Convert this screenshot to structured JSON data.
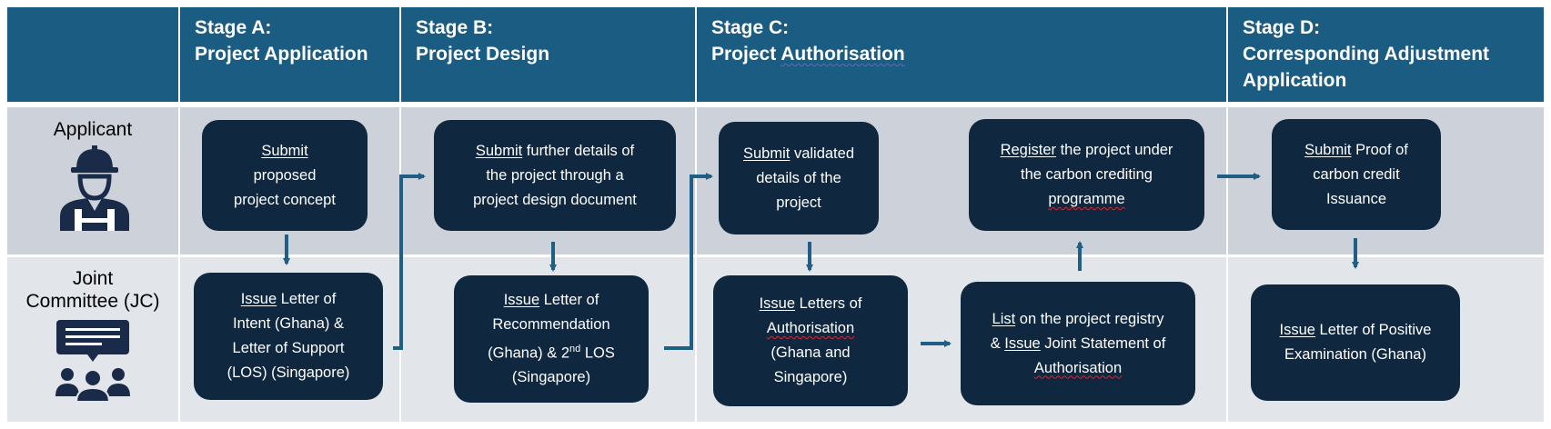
{
  "stages": [
    {
      "line1": "Stage A:",
      "line2": "Project Application"
    },
    {
      "line1": "Stage B:",
      "line2": "Project Design"
    },
    {
      "line1": "Stage C:",
      "line2_pre": "Project ",
      "line2_wavy": "Authorisation"
    },
    {
      "line1": "Stage D:",
      "line2": "Corresponding Adjustment",
      "line3": "Application"
    }
  ],
  "roles": {
    "applicant": "Applicant",
    "jc_line1": "Joint",
    "jc_line2": "Committee (JC)"
  },
  "boxes": {
    "a_submit": {
      "verb": "Submit",
      "l2": "proposed",
      "l3": "project concept"
    },
    "a_issue": {
      "verb": "Issue",
      "l1": " Letter of",
      "l2": "Intent (Ghana) &",
      "l3": "Letter of Support",
      "l4": "(LOS) (Singapore)"
    },
    "b_submit": {
      "verb": "Submit",
      "l1": " further details of",
      "l2": "the project through a",
      "l3": "project design document"
    },
    "b_issue": {
      "verb": "Issue",
      "l1": " Letter of",
      "l2": "Recommendation",
      "l3_pre": "(Ghana) & 2",
      "l3_sup": "nd",
      "l3_post": " LOS",
      "l4": "(Singapore)"
    },
    "c_submit": {
      "verb": "Submit",
      "l1": " validated",
      "l2": "details of the",
      "l3": "project"
    },
    "c_issue": {
      "verb": "Issue",
      "l1": " Letters of",
      "l2": "Authorisation",
      "l3": "(Ghana and",
      "l4": "Singapore)"
    },
    "c_register": {
      "verb": "Register",
      "l1": " the project under",
      "l2": "the carbon crediting",
      "l3": "programme"
    },
    "c_list": {
      "verb": "List",
      "l1": " on the project registry",
      "l2_pre": "& ",
      "l2_verb": "Issue",
      "l2_post": " Joint Statement of",
      "l3": "Authorisation"
    },
    "d_submit": {
      "verb": "Submit",
      "l1": " Proof of",
      "l2": "carbon credit",
      "l3": "Issuance"
    },
    "d_issue": {
      "verb": "Issue",
      "l1": " Letter of Positive",
      "l2": "Examination (Ghana)"
    }
  },
  "colors": {
    "header": "#1b5c82",
    "box": "#0f2840",
    "arrow": "#1f5f85",
    "applicant_band": "#cdd1d9",
    "jc_band": "#e2e5ea",
    "icon": "#1a2b4a"
  },
  "icons": [
    "worker-icon",
    "committee-icon"
  ]
}
